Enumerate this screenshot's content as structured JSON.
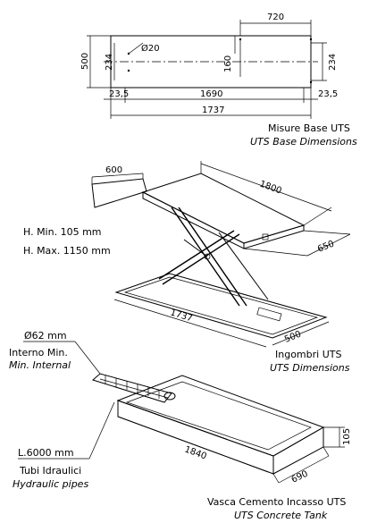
{
  "base_plan": {
    "dim_top": "720",
    "dim_left": "500",
    "dim_inner_left": "234",
    "dim_inner_right": "234",
    "dim_center": "160",
    "hole": "Ø20",
    "dim_left_small": "23,5",
    "dim_mid": "1690",
    "dim_right_small": "23,5",
    "dim_total": "1737",
    "title_it": "Misure Base UTS",
    "title_en": "UTS Base Dimensions"
  },
  "lift_view": {
    "dim_ramp": "600",
    "dim_length": "1800",
    "dim_width": "650",
    "dim_base_length": "1737",
    "dim_base_width": "500",
    "h_min": "H. Min. 105 mm",
    "h_max": "H. Max. 1150 mm",
    "title_it": "Ingombri UTS",
    "title_en": "UTS Dimensions"
  },
  "tank_view": {
    "pipe_diameter": "Ø62 mm",
    "pipe_internal_it": "Interno Min.",
    "pipe_internal_en": "Min. Internal",
    "pipe_length": "L.6000 mm",
    "pipes_it": "Tubi Idraulici",
    "pipes_en": "Hydraulic pipes",
    "dim_length": "1840",
    "dim_width": "690",
    "dim_depth": "105",
    "title_it": "Vasca Cemento Incasso UTS",
    "title_en": "UTS Concrete Tank"
  }
}
